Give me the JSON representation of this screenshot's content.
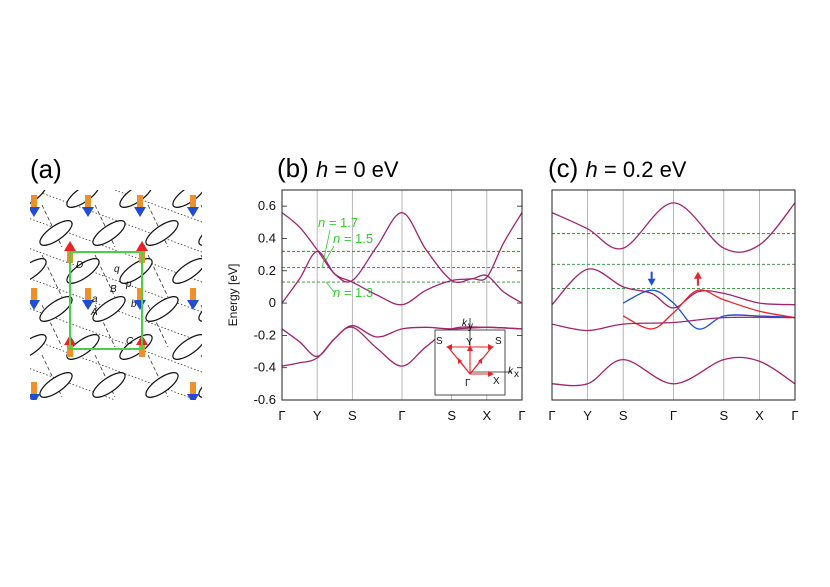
{
  "colors": {
    "band": "#a1246e",
    "spin_up": "#e8232a",
    "spin_down": "#1e4ed8",
    "filling": "#2f8f2f",
    "green_box": "#47d147",
    "note_green": "#33cc33",
    "inset_red": "#e8232a"
  },
  "panel_a": {
    "label": "(a)",
    "site_labels": [
      "D",
      "q",
      "B",
      "p",
      "a",
      "A",
      "b",
      "C"
    ]
  },
  "panel_b": {
    "label_prefix": "(b) ",
    "label_var": "h",
    "label_value": " = 0 eV",
    "filling_labels": [
      {
        "prefix": "n",
        "text": " = 1.7"
      },
      {
        "prefix": "n",
        "text": " = 1.5"
      },
      {
        "prefix": "n",
        "text": " = 1.3"
      }
    ],
    "inset": {
      "labels": [
        "k",
        "y",
        "Y",
        "S",
        "S",
        "Γ",
        "X",
        "k",
        "x"
      ]
    }
  },
  "panel_c": {
    "label_prefix": "(c) ",
    "label_var": "h",
    "label_value": " = 0.2 eV"
  },
  "chart_data": [
    {
      "type": "line",
      "panel": "(b)",
      "ylabel": "Energy [eV]",
      "ylim": [
        -0.6,
        0.7
      ],
      "yticks": [
        -0.6,
        -0.4,
        -0.2,
        0,
        0.2,
        0.4,
        0.6
      ],
      "xticks": [
        {
          "label": "Γ",
          "x": 0
        },
        {
          "label": "Y",
          "x": 1
        },
        {
          "label": "S",
          "x": 2
        },
        {
          "label": "Γ",
          "x": 3.414
        },
        {
          "label": "S",
          "x": 4.828
        },
        {
          "label": "X",
          "x": 5.828
        },
        {
          "label": "Γ",
          "x": 6.828
        }
      ],
      "xlim": [
        0,
        6.828
      ],
      "fillings": [
        0.32,
        0.22,
        0.13
      ],
      "series": [
        {
          "values": [
            [
              0,
              0.56
            ],
            [
              0.5,
              0.47
            ],
            [
              1,
              0.33
            ],
            [
              1.5,
              0.18
            ],
            [
              2,
              0.14
            ],
            [
              2.7,
              0.35
            ],
            [
              3.414,
              0.56
            ],
            [
              4.1,
              0.33
            ],
            [
              4.828,
              0.14
            ],
            [
              5.4,
              0.15
            ],
            [
              5.828,
              0.16
            ],
            [
              6.3,
              0.37
            ],
            [
              6.828,
              0.56
            ]
          ]
        },
        {
          "values": [
            [
              0,
              0.0
            ],
            [
              0.5,
              0.15
            ],
            [
              1,
              0.32
            ],
            [
              1.5,
              0.18
            ],
            [
              2,
              0.13
            ],
            [
              2.7,
              0.05
            ],
            [
              3.414,
              -0.01
            ],
            [
              4.1,
              0.08
            ],
            [
              4.828,
              0.14
            ],
            [
              5.4,
              0.15
            ],
            [
              5.828,
              0.17
            ],
            [
              6.3,
              0.07
            ],
            [
              6.828,
              0.0
            ]
          ]
        },
        {
          "values": [
            [
              0,
              -0.16
            ],
            [
              0.5,
              -0.24
            ],
            [
              1,
              -0.33
            ],
            [
              1.5,
              -0.22
            ],
            [
              2,
              -0.14
            ],
            [
              2.7,
              -0.21
            ],
            [
              3.414,
              -0.16
            ],
            [
              4.1,
              -0.15
            ],
            [
              4.828,
              -0.16
            ],
            [
              5.828,
              -0.15
            ],
            [
              6.828,
              -0.16
            ]
          ]
        },
        {
          "values": [
            [
              0,
              -0.39
            ],
            [
              0.5,
              -0.37
            ],
            [
              1,
              -0.34
            ],
            [
              1.5,
              -0.22
            ],
            [
              2,
              -0.15
            ],
            [
              2.7,
              -0.28
            ],
            [
              3.414,
              -0.39
            ],
            [
              4.1,
              -0.27
            ],
            [
              4.828,
              -0.16
            ],
            [
              5.828,
              -0.15
            ],
            [
              6.828,
              -0.16
            ]
          ]
        }
      ]
    },
    {
      "type": "line",
      "panel": "(c)",
      "ylim": [
        -0.6,
        0.7
      ],
      "xticks": [
        {
          "label": "Γ",
          "x": 0
        },
        {
          "label": "Y",
          "x": 1
        },
        {
          "label": "S",
          "x": 2
        },
        {
          "label": "Γ",
          "x": 3.414
        },
        {
          "label": "S",
          "x": 4.828
        },
        {
          "label": "X",
          "x": 5.828
        },
        {
          "label": "Γ",
          "x": 6.828
        }
      ],
      "xlim": [
        0,
        6.828
      ],
      "fillings": [
        0.43,
        0.24,
        0.09
      ],
      "arrows": [
        {
          "spin": "down",
          "x": 2.8,
          "y": 0.12
        },
        {
          "spin": "up",
          "x": 4.1,
          "y": 0.12
        }
      ],
      "series": [
        {
          "values": [
            [
              0,
              0.56
            ],
            [
              1,
              0.46
            ],
            [
              2,
              0.34
            ],
            [
              3.414,
              0.62
            ],
            [
              4.828,
              0.34
            ],
            [
              5.828,
              0.36
            ],
            [
              6.828,
              0.62
            ]
          ]
        },
        {
          "values": [
            [
              0,
              -0.01
            ],
            [
              1,
              0.21
            ],
            [
              2,
              0.1
            ],
            [
              2.8,
              0.06
            ],
            [
              3.414,
              -0.03
            ],
            [
              4.1,
              0.07
            ],
            [
              4.828,
              0.06
            ],
            [
              5.828,
              0.0
            ],
            [
              6.828,
              -0.01
            ]
          ]
        },
        {
          "spin": "down",
          "values": [
            [
              2,
              0.0
            ],
            [
              2.8,
              0.08
            ],
            [
              3.414,
              0.0
            ],
            [
              4.1,
              -0.16
            ],
            [
              4.828,
              -0.08
            ],
            [
              5.828,
              -0.08
            ],
            [
              6.828,
              -0.09
            ]
          ]
        },
        {
          "spin": "up",
          "values": [
            [
              2,
              -0.08
            ],
            [
              2.8,
              -0.16
            ],
            [
              3.414,
              -0.06
            ],
            [
              4.1,
              0.08
            ],
            [
              4.828,
              0.02
            ],
            [
              5.828,
              -0.05
            ],
            [
              6.828,
              -0.09
            ]
          ]
        },
        {
          "values": [
            [
              0,
              -0.13
            ],
            [
              1,
              -0.17
            ],
            [
              2,
              -0.13
            ],
            [
              3.414,
              -0.12
            ],
            [
              4.828,
              -0.09
            ],
            [
              6.828,
              -0.09
            ]
          ]
        },
        {
          "values": [
            [
              0,
              -0.5
            ],
            [
              1,
              -0.5
            ],
            [
              2,
              -0.35
            ],
            [
              3.414,
              -0.5
            ],
            [
              4.828,
              -0.35
            ],
            [
              5.828,
              -0.36
            ],
            [
              6.828,
              -0.5
            ]
          ]
        }
      ]
    }
  ]
}
